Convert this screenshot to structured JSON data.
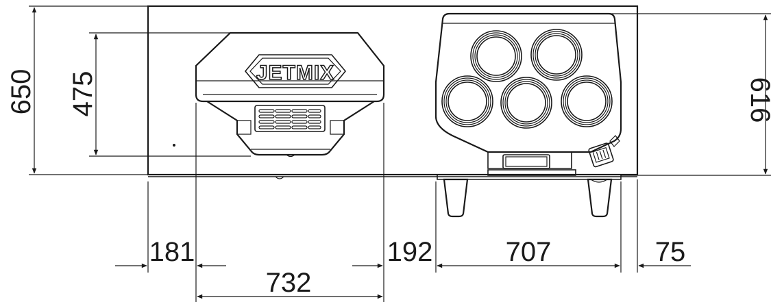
{
  "dimensions": {
    "total_height": "650",
    "mixer_height": "475",
    "dispenser_height": "616",
    "left_offset": "181",
    "mixer_width": "732",
    "gap": "192",
    "dispenser_width": "707",
    "right_offset": "75"
  },
  "mixer": {
    "brand_label": "JETMIX"
  },
  "dispenser": {
    "cup_holder_count": 5
  },
  "colors": {
    "line": "#1a1a1a",
    "background": "#ffffff"
  }
}
